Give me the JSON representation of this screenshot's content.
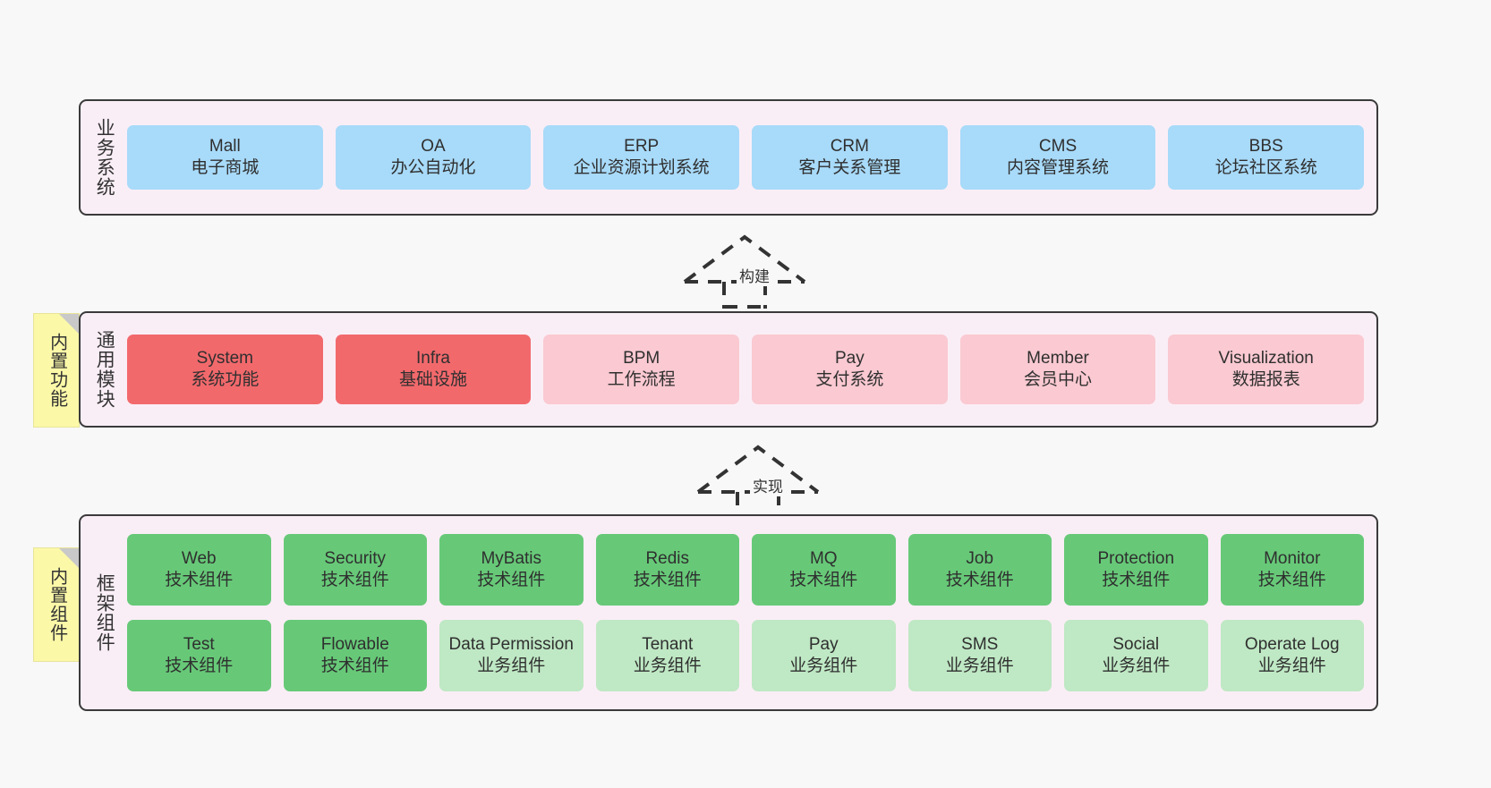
{
  "canvas": {
    "background": "#f8f8f8"
  },
  "palette": {
    "layer_bg": "#faeef6",
    "layer_border": "#3a3a3a",
    "blue": "#a8daf9",
    "red": "#f2696c",
    "pink": "#fac9d1",
    "green": "#67c978",
    "light_green": "#bfe8c4",
    "sticky_yellow": "#fbf8a8",
    "sticky_fold": "#c9c9c9"
  },
  "layers": [
    {
      "id": "business",
      "label": "业务系统",
      "rows": [
        {
          "cells": [
            {
              "title": "Mall",
              "subtitle": "电子商城",
              "color": "#a8daf9"
            },
            {
              "title": "OA",
              "subtitle": "办公自动化",
              "color": "#a8daf9"
            },
            {
              "title": "ERP",
              "subtitle": "企业资源计划系统",
              "color": "#a8daf9"
            },
            {
              "title": "CRM",
              "subtitle": "客户关系管理",
              "color": "#a8daf9"
            },
            {
              "title": "CMS",
              "subtitle": "内容管理系统",
              "color": "#a8daf9"
            },
            {
              "title": "BBS",
              "subtitle": "论坛社区系统",
              "color": "#a8daf9"
            }
          ]
        }
      ]
    },
    {
      "id": "common",
      "label": "通用模块",
      "sticky": "内置功能",
      "rows": [
        {
          "cells": [
            {
              "title": "System",
              "subtitle": "系统功能",
              "color": "#f2696c"
            },
            {
              "title": "Infra",
              "subtitle": "基础设施",
              "color": "#f2696c"
            },
            {
              "title": "BPM",
              "subtitle": "工作流程",
              "color": "#fac9d1"
            },
            {
              "title": "Pay",
              "subtitle": "支付系统",
              "color": "#fac9d1"
            },
            {
              "title": "Member",
              "subtitle": "会员中心",
              "color": "#fac9d1"
            },
            {
              "title": "Visualization",
              "subtitle": "数据报表",
              "color": "#fac9d1"
            }
          ]
        }
      ]
    },
    {
      "id": "framework",
      "label": "框架组件",
      "sticky": "内置组件",
      "rows": [
        {
          "cells": [
            {
              "title": "Web",
              "subtitle": "技术组件",
              "color": "#67c978"
            },
            {
              "title": "Security",
              "subtitle": "技术组件",
              "color": "#67c978"
            },
            {
              "title": "MyBatis",
              "subtitle": "技术组件",
              "color": "#67c978"
            },
            {
              "title": "Redis",
              "subtitle": "技术组件",
              "color": "#67c978"
            },
            {
              "title": "MQ",
              "subtitle": "技术组件",
              "color": "#67c978"
            },
            {
              "title": "Job",
              "subtitle": "技术组件",
              "color": "#67c978"
            },
            {
              "title": "Protection",
              "subtitle": "技术组件",
              "color": "#67c978"
            },
            {
              "title": "Monitor",
              "subtitle": "技术组件",
              "color": "#67c978"
            }
          ]
        },
        {
          "cells": [
            {
              "title": "Test",
              "subtitle": "技术组件",
              "color": "#67c978"
            },
            {
              "title": "Flowable",
              "subtitle": "技术组件",
              "color": "#67c978"
            },
            {
              "title": "Data Permission",
              "subtitle": "业务组件",
              "color": "#bfe8c4"
            },
            {
              "title": "Tenant",
              "subtitle": "业务组件",
              "color": "#bfe8c4"
            },
            {
              "title": "Pay",
              "subtitle": "业务组件",
              "color": "#bfe8c4"
            },
            {
              "title": "SMS",
              "subtitle": "业务组件",
              "color": "#bfe8c4"
            },
            {
              "title": "Social",
              "subtitle": "业务组件",
              "color": "#bfe8c4"
            },
            {
              "title": "Operate Log",
              "subtitle": "业务组件",
              "color": "#bfe8c4"
            }
          ]
        }
      ]
    }
  ],
  "connectors": [
    {
      "id": "build",
      "label": "构建"
    },
    {
      "id": "impl",
      "label": "实现"
    }
  ]
}
